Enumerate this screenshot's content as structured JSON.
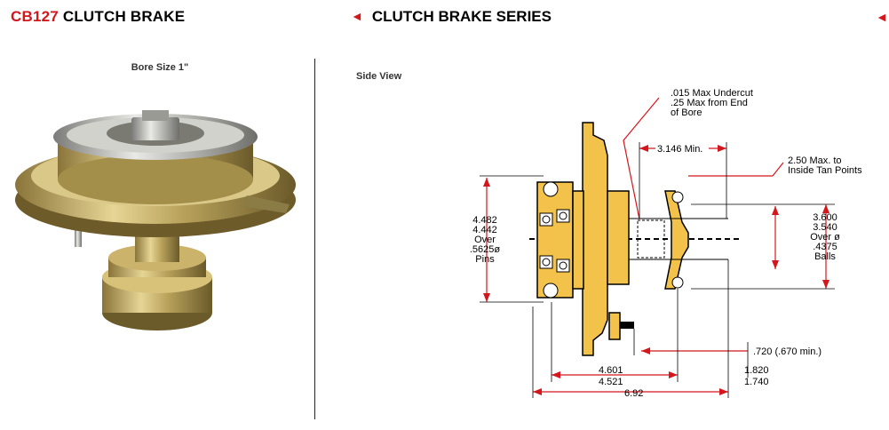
{
  "header": {
    "model": "CB127",
    "title": "CLUTCH BRAKE",
    "series": "CLUTCH BRAKE SERIES",
    "arrow_glyph": "◄"
  },
  "product": {
    "bore_label": "Bore Size 1\""
  },
  "diagram": {
    "side_view_label": "Side View",
    "undercut_note": [
      ".015 Max Undercut",
      ".25 Max from End",
      "of Bore"
    ],
    "min_3146": "3.146 Min.",
    "tan_points": [
      "2.50 Max. to",
      "Inside Tan Points"
    ],
    "pins": [
      "4.482",
      "4.442",
      "Over",
      ".5625ø",
      "Pins"
    ],
    "balls": [
      "3.600",
      "3.540",
      "Over ø",
      ".4375",
      "Balls"
    ],
    "dim_720": ".720 (.670 min.)",
    "dim_4601": "4.601",
    "dim_4521": "4.521",
    "dim_1820": "1.820",
    "dim_1740": "1.740",
    "dim_692": "6.92"
  },
  "colors": {
    "accent_red": "#d4161d",
    "housing_yellow": "#f2c24a",
    "dimension_red": "#d4161d"
  }
}
